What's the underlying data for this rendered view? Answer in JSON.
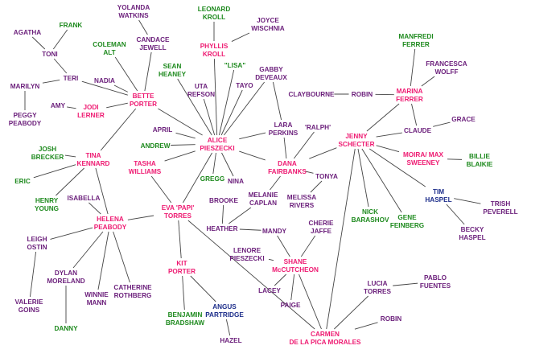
{
  "colors": {
    "main": "#ee1b72",
    "woman": "#6b1f7b",
    "man": "#1e8a1e",
    "trans": "#1c2d8a",
    "edge": "#444444"
  },
  "nodes": [
    {
      "id": "agatha",
      "lines": [
        "AGATHA"
      ],
      "group": "woman"
    },
    {
      "id": "frank",
      "lines": [
        "FRANK"
      ],
      "group": "man"
    },
    {
      "id": "toni",
      "lines": [
        "TONI"
      ],
      "group": "woman"
    },
    {
      "id": "teri",
      "lines": [
        "TERI"
      ],
      "group": "woman"
    },
    {
      "id": "marilyn",
      "lines": [
        "MARILYN"
      ],
      "group": "woman"
    },
    {
      "id": "peggy",
      "lines": [
        "PEGGY",
        "PEABODY"
      ],
      "group": "woman"
    },
    {
      "id": "yolanda",
      "lines": [
        "YOLANDA",
        "WATKINS"
      ],
      "group": "woman"
    },
    {
      "id": "candace",
      "lines": [
        "CANDACE",
        "JEWELL"
      ],
      "group": "woman"
    },
    {
      "id": "coleman",
      "lines": [
        "COLEMAN",
        "ALT"
      ],
      "group": "man"
    },
    {
      "id": "nadia",
      "lines": [
        "NADIA"
      ],
      "group": "woman"
    },
    {
      "id": "amy",
      "lines": [
        "AMY"
      ],
      "group": "woman"
    },
    {
      "id": "jodi",
      "lines": [
        "JODI",
        "LERNER"
      ],
      "group": "main"
    },
    {
      "id": "bette",
      "lines": [
        "BETTE",
        "PORTER"
      ],
      "group": "main"
    },
    {
      "id": "leonard",
      "lines": [
        "LEONARD",
        "KROLL"
      ],
      "group": "man"
    },
    {
      "id": "joyce",
      "lines": [
        "JOYCE",
        "WISCHNIA"
      ],
      "group": "woman"
    },
    {
      "id": "phyllis",
      "lines": [
        "PHYLLIS",
        "KROLL"
      ],
      "group": "main"
    },
    {
      "id": "sean",
      "lines": [
        "SEAN",
        "HEANEY"
      ],
      "group": "man"
    },
    {
      "id": "lisa",
      "lines": [
        "\"LISA\""
      ],
      "group": "man"
    },
    {
      "id": "uta",
      "lines": [
        "UTA",
        "REFSON"
      ],
      "group": "woman"
    },
    {
      "id": "tayo",
      "lines": [
        "TAYO"
      ],
      "group": "woman"
    },
    {
      "id": "gabby",
      "lines": [
        "GABBY",
        "DEVEAUX"
      ],
      "group": "woman"
    },
    {
      "id": "manfredi",
      "lines": [
        "MANFREDI",
        "FERRER"
      ],
      "group": "man"
    },
    {
      "id": "francesca",
      "lines": [
        "FRANCESCA",
        "WOLFF"
      ],
      "group": "woman"
    },
    {
      "id": "claybourne",
      "lines": [
        "CLAYBOURNE"
      ],
      "group": "woman"
    },
    {
      "id": "robin1",
      "lines": [
        "ROBIN"
      ],
      "group": "woman"
    },
    {
      "id": "marina",
      "lines": [
        "MARINA",
        "FERRER"
      ],
      "group": "main"
    },
    {
      "id": "grace",
      "lines": [
        "GRACE"
      ],
      "group": "woman"
    },
    {
      "id": "claude",
      "lines": [
        "CLAUDE"
      ],
      "group": "woman"
    },
    {
      "id": "lara",
      "lines": [
        "LARA",
        "PERKINS"
      ],
      "group": "woman"
    },
    {
      "id": "ralph",
      "lines": [
        "'RALPH'"
      ],
      "group": "woman"
    },
    {
      "id": "april",
      "lines": [
        "APRIL"
      ],
      "group": "woman"
    },
    {
      "id": "alice",
      "lines": [
        "ALICE",
        "PIESZECKI"
      ],
      "group": "main"
    },
    {
      "id": "andrew",
      "lines": [
        "ANDREW"
      ],
      "group": "man"
    },
    {
      "id": "jenny",
      "lines": [
        "JENNY",
        "SCHECTER"
      ],
      "group": "main"
    },
    {
      "id": "moira",
      "lines": [
        "MOIRA/ MAX",
        "SWEENEY"
      ],
      "group": "main"
    },
    {
      "id": "billie",
      "lines": [
        "BILLIE",
        "BLAIKIE"
      ],
      "group": "man"
    },
    {
      "id": "josh",
      "lines": [
        "JOSH",
        "BRECKER"
      ],
      "group": "man"
    },
    {
      "id": "tina",
      "lines": [
        "TINA",
        "KENNARD"
      ],
      "group": "main"
    },
    {
      "id": "eric",
      "lines": [
        "ERIC"
      ],
      "group": "man"
    },
    {
      "id": "tasha",
      "lines": [
        "TASHA",
        "WILLIAMS"
      ],
      "group": "main"
    },
    {
      "id": "dana",
      "lines": [
        "DANA",
        "FAIRBANKS"
      ],
      "group": "main"
    },
    {
      "id": "tonya",
      "lines": [
        "TONYA"
      ],
      "group": "woman"
    },
    {
      "id": "gregg",
      "lines": [
        "GREGG"
      ],
      "group": "man"
    },
    {
      "id": "nina",
      "lines": [
        "NINA"
      ],
      "group": "woman"
    },
    {
      "id": "tim",
      "lines": [
        "TIM",
        "HASPEL"
      ],
      "group": "trans"
    },
    {
      "id": "trish",
      "lines": [
        "TRISH",
        "PEVERELL"
      ],
      "group": "woman"
    },
    {
      "id": "becky",
      "lines": [
        "BECKY",
        "HASPEL"
      ],
      "group": "woman"
    },
    {
      "id": "henry",
      "lines": [
        "HENRY",
        "YOUNG"
      ],
      "group": "man"
    },
    {
      "id": "isabella",
      "lines": [
        "ISABELLA"
      ],
      "group": "woman"
    },
    {
      "id": "melanie",
      "lines": [
        "MELANIE",
        "CAPLAN"
      ],
      "group": "woman"
    },
    {
      "id": "melissa",
      "lines": [
        "MELISSA",
        "RIVERS"
      ],
      "group": "woman"
    },
    {
      "id": "brooke",
      "lines": [
        "BROOKE"
      ],
      "group": "woman"
    },
    {
      "id": "papi",
      "lines": [
        "EVA 'PAPI'",
        "TORRES"
      ],
      "group": "main"
    },
    {
      "id": "nick",
      "lines": [
        "NICK",
        "BARASHOV"
      ],
      "group": "man"
    },
    {
      "id": "gene",
      "lines": [
        "GENE",
        "FEINBERG"
      ],
      "group": "man"
    },
    {
      "id": "helena",
      "lines": [
        "HELENA",
        "PEABODY"
      ],
      "group": "main"
    },
    {
      "id": "heather",
      "lines": [
        "HEATHER"
      ],
      "group": "woman"
    },
    {
      "id": "mandy",
      "lines": [
        "MANDY"
      ],
      "group": "woman"
    },
    {
      "id": "cherie",
      "lines": [
        "CHERIE",
        "JAFFE"
      ],
      "group": "woman"
    },
    {
      "id": "leigh",
      "lines": [
        "LEIGH",
        "OSTIN"
      ],
      "group": "woman"
    },
    {
      "id": "lenore",
      "lines": [
        "LENORE",
        "PIESZECKI"
      ],
      "group": "woman"
    },
    {
      "id": "shane",
      "lines": [
        "SHANE",
        "McCUTCHEON"
      ],
      "group": "main"
    },
    {
      "id": "kit",
      "lines": [
        "KIT",
        "PORTER"
      ],
      "group": "main"
    },
    {
      "id": "dylan",
      "lines": [
        "DYLAN",
        "MORELAND"
      ],
      "group": "woman"
    },
    {
      "id": "winnie",
      "lines": [
        "WINNIE",
        "MANN"
      ],
      "group": "woman"
    },
    {
      "id": "catherine",
      "lines": [
        "CATHERINE",
        "ROTHBERG"
      ],
      "group": "woman"
    },
    {
      "id": "pablo",
      "lines": [
        "PABLO",
        "FUENTES"
      ],
      "group": "woman"
    },
    {
      "id": "lucia",
      "lines": [
        "LUCIA",
        "TORRES"
      ],
      "group": "woman"
    },
    {
      "id": "lacey",
      "lines": [
        "LACEY"
      ],
      "group": "woman"
    },
    {
      "id": "valerie",
      "lines": [
        "VALERIE",
        "GOINS"
      ],
      "group": "woman"
    },
    {
      "id": "paige",
      "lines": [
        "PAIGE"
      ],
      "group": "woman"
    },
    {
      "id": "benjamin",
      "lines": [
        "BENJAMIN",
        "BRADSHAW"
      ],
      "group": "man"
    },
    {
      "id": "angus",
      "lines": [
        "ANGUS",
        "PARTRIDGE"
      ],
      "group": "trans"
    },
    {
      "id": "robin2",
      "lines": [
        "ROBIN"
      ],
      "group": "woman"
    },
    {
      "id": "danny",
      "lines": [
        "DANNY"
      ],
      "group": "man"
    },
    {
      "id": "hazel",
      "lines": [
        "HAZEL"
      ],
      "group": "woman"
    },
    {
      "id": "carmen",
      "lines": [
        "CARMEN",
        "DE LA PICA MORALES"
      ],
      "group": "main"
    }
  ],
  "edges": [
    [
      "agatha",
      "toni"
    ],
    [
      "frank",
      "toni"
    ],
    [
      "toni",
      "teri"
    ],
    [
      "teri",
      "marilyn"
    ],
    [
      "marilyn",
      "peggy"
    ],
    [
      "teri",
      "bette"
    ],
    [
      "coleman",
      "bette"
    ],
    [
      "candace",
      "bette"
    ],
    [
      "yolanda",
      "candace"
    ],
    [
      "nadia",
      "bette"
    ],
    [
      "amy",
      "jodi"
    ],
    [
      "jodi",
      "bette"
    ],
    [
      "bette",
      "alice"
    ],
    [
      "bette",
      "tina"
    ],
    [
      "leonard",
      "phyllis"
    ],
    [
      "joyce",
      "phyllis"
    ],
    [
      "phyllis",
      "alice"
    ],
    [
      "sean",
      "alice"
    ],
    [
      "lisa",
      "alice"
    ],
    [
      "uta",
      "alice"
    ],
    [
      "tayo",
      "alice"
    ],
    [
      "gabby",
      "alice"
    ],
    [
      "gabby",
      "lara"
    ],
    [
      "april",
      "alice"
    ],
    [
      "andrew",
      "alice"
    ],
    [
      "alice",
      "dana"
    ],
    [
      "alice",
      "tasha"
    ],
    [
      "alice",
      "gregg"
    ],
    [
      "alice",
      "nina"
    ],
    [
      "alice",
      "papi"
    ],
    [
      "alice",
      "lara"
    ],
    [
      "dana",
      "lara"
    ],
    [
      "dana",
      "ralph"
    ],
    [
      "dana",
      "jenny"
    ],
    [
      "dana",
      "melanie"
    ],
    [
      "dana",
      "tonya"
    ],
    [
      "tonya",
      "melissa"
    ],
    [
      "claybourne",
      "robin1"
    ],
    [
      "robin1",
      "marina"
    ],
    [
      "manfredi",
      "marina"
    ],
    [
      "francesca",
      "marina"
    ],
    [
      "marina",
      "jenny"
    ],
    [
      "marina",
      "claude"
    ],
    [
      "grace",
      "claude"
    ],
    [
      "jenny",
      "claude"
    ],
    [
      "jenny",
      "moira"
    ],
    [
      "moira",
      "billie"
    ],
    [
      "jenny",
      "tim"
    ],
    [
      "tim",
      "trish"
    ],
    [
      "tim",
      "becky"
    ],
    [
      "jenny",
      "nick"
    ],
    [
      "jenny",
      "gene"
    ],
    [
      "jenny",
      "carmen"
    ],
    [
      "josh",
      "tina"
    ],
    [
      "tina",
      "eric"
    ],
    [
      "tina",
      "henry"
    ],
    [
      "tina",
      "helena"
    ],
    [
      "isabella",
      "helena"
    ],
    [
      "tasha",
      "papi"
    ],
    [
      "papi",
      "helena"
    ],
    [
      "papi",
      "kit"
    ],
    [
      "papi",
      "carmen"
    ],
    [
      "brooke",
      "heather"
    ],
    [
      "melanie",
      "heather"
    ],
    [
      "heather",
      "mandy"
    ],
    [
      "mandy",
      "shane"
    ],
    [
      "cherie",
      "shane"
    ],
    [
      "lenore",
      "shane"
    ],
    [
      "shane",
      "lacey"
    ],
    [
      "shane",
      "paige"
    ],
    [
      "shane",
      "carmen"
    ],
    [
      "helena",
      "leigh"
    ],
    [
      "leigh",
      "valerie"
    ],
    [
      "helena",
      "dylan"
    ],
    [
      "dylan",
      "danny"
    ],
    [
      "helena",
      "winnie"
    ],
    [
      "helena",
      "catherine"
    ],
    [
      "kit",
      "benjamin"
    ],
    [
      "kit",
      "angus"
    ],
    [
      "angus",
      "hazel"
    ],
    [
      "carmen",
      "lucia"
    ],
    [
      "lucia",
      "pablo"
    ],
    [
      "carmen",
      "robin2"
    ]
  ]
}
